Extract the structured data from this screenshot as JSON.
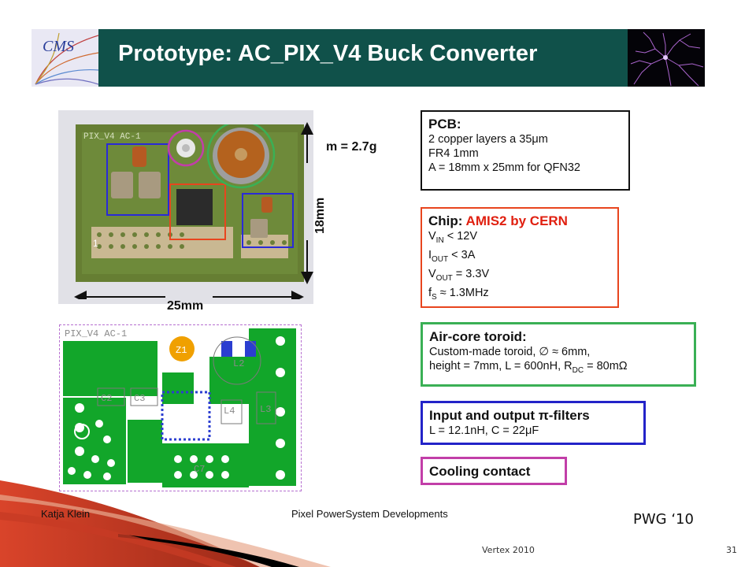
{
  "header": {
    "title": "Prototype: AC_PIX_V4  Buck Converter",
    "logo_text": "CMS"
  },
  "photo": {
    "board_text": "PIX_V4   AC-1",
    "mass_label": "m = 2.7g",
    "width_label": "25mm",
    "height_label": "18mm",
    "component_one": "1"
  },
  "layout_drawing": {
    "board_text": "PIX_V4   AC-1",
    "labels": [
      "Z1",
      "L2",
      "C2",
      "C3",
      "L4",
      "L3",
      "C7"
    ]
  },
  "boxes": {
    "pcb": {
      "title": "PCB:",
      "lines": [
        "2 copper layers a 35μm",
        "FR4 1mm",
        "A = 18mm x 25mm for QFN32"
      ]
    },
    "chip": {
      "title_prefix": "Chip",
      "title_colon": ": ",
      "title_highlight": "AMIS2 by CERN",
      "vin_main": "V",
      "vin_sub": "IN",
      "vin_rest": " < 12V",
      "iout_main": "I",
      "iout_sub": "OUT",
      "iout_rest": " < 3A",
      "vout_main": "V",
      "vout_sub": "OUT",
      "vout_rest": " = 3.3V",
      "fs_main": "f",
      "fs_sub": "S",
      "fs_rest": " ≈ 1.3MHz"
    },
    "toroid": {
      "title": "Air-core toroid:",
      "line1": "Custom-made toroid, ∅ ≈ 6mm,",
      "line2_pre": "height = 7mm, L = 600nH, R",
      "line2_sub": "DC",
      "line2_post": " = 80mΩ"
    },
    "filters": {
      "title": "Input and output π-filters",
      "line": "L = 12.1nH, C = 22μF"
    },
    "cooling": {
      "title": "Cooling contact"
    }
  },
  "footer": {
    "author": "Katja Klein",
    "subtitle": "Pixel PowerSystem Developments",
    "pwg": "PWG ‘10",
    "conference": "Vertex 2010",
    "page": "31"
  },
  "colors": {
    "banner": "#10514a",
    "chip_border": "#e8451e",
    "toroid_border": "#3ab055",
    "filter_border": "#2323c8",
    "cooling_border": "#c23ea8",
    "swoosh": "#b8341c"
  }
}
